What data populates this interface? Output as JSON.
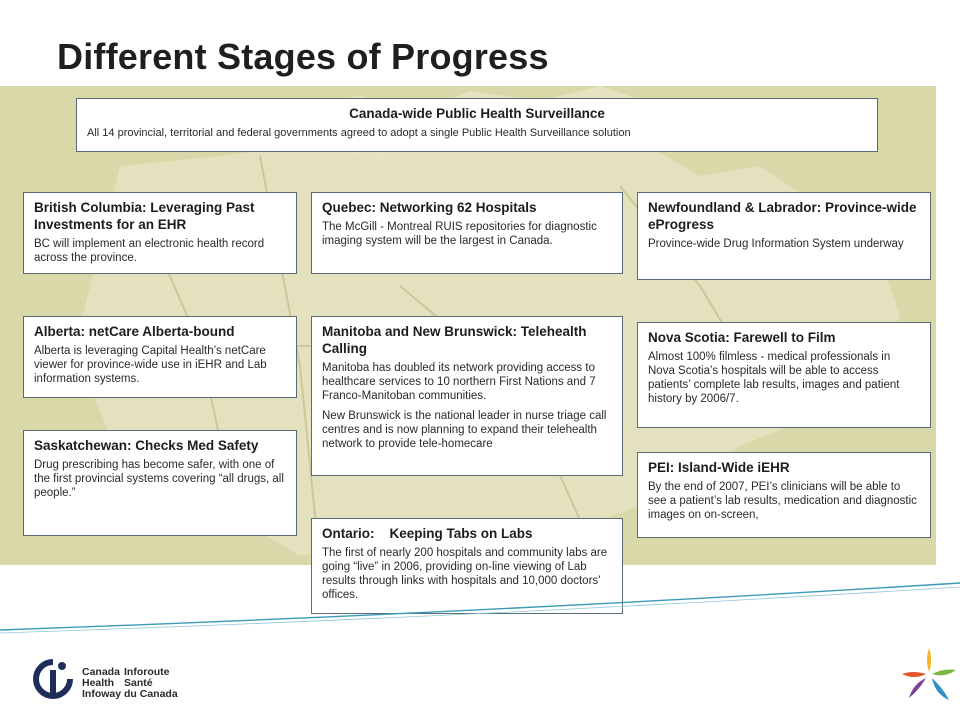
{
  "title": "Different Stages of Progress",
  "boxes": {
    "canada": {
      "heading": "Canada-wide Public Health Surveillance",
      "text": "All 14 provincial, territorial and federal governments agreed to adopt a single Public Health Surveillance solution"
    },
    "bc": {
      "heading": "British Columbia: Leveraging Past Investments for an EHR",
      "text": "BC will implement an electronic health record across the province."
    },
    "quebec": {
      "heading": "Quebec: Networking 62 Hospitals",
      "text": "The McGill - Montreal RUIS repositories for diagnostic imaging system will be the largest in Canada."
    },
    "nl": {
      "heading": "Newfoundland & Labrador: Province-wide eProgress",
      "text": "Province-wide Drug Information System underway"
    },
    "alberta": {
      "heading": "Alberta: netCare Alberta-bound",
      "text": "Alberta is leveraging Capital Health’s netCare viewer for province-wide use in iEHR and Lab information systems."
    },
    "manitoba": {
      "heading": "Manitoba and New Brunswick: Telehealth Calling",
      "text1": "Manitoba has doubled its network providing access to healthcare services to 10 northern First Nations and 7 Franco-Manitoban communities.",
      "text2": "New Brunswick is the national leader in nurse triage call centres and is now planning to expand their telehealth network to provide tele-homecare"
    },
    "ns": {
      "heading": "Nova Scotia: Farewell to Film",
      "text": "Almost 100% filmless - medical professionals in Nova Scotia’s hospitals will be able to access patients’ complete lab results, images and patient history by 2006/7."
    },
    "sask": {
      "heading": "Saskatchewan: Checks Med Safety",
      "text": "Drug prescribing has become safer, with one of the first provincial systems covering “all drugs, all people.”"
    },
    "pei": {
      "heading": "PEI: Island-Wide iEHR",
      "text": "By the end of 2007, PEI’s clinicians will be able to see a patient’s lab results, medication and diagnostic images on on-screen,"
    },
    "ontario": {
      "heading": "Ontario:    Keeping Tabs on Labs",
      "text": "The first of nearly 200 hospitals and community labs are going “live” in 2006, providing on-line viewing of Lab results through links with hospitals and 10,000 doctors’ offices."
    }
  },
  "logo": {
    "en": [
      "Canada",
      "Health",
      "Infoway"
    ],
    "fr": [
      "Inforoute",
      "Santé",
      "du Canada"
    ]
  },
  "colors": {
    "panel": "#d9d8a8",
    "curve": "#3a9ab8",
    "box_border": "#5b6a78"
  }
}
